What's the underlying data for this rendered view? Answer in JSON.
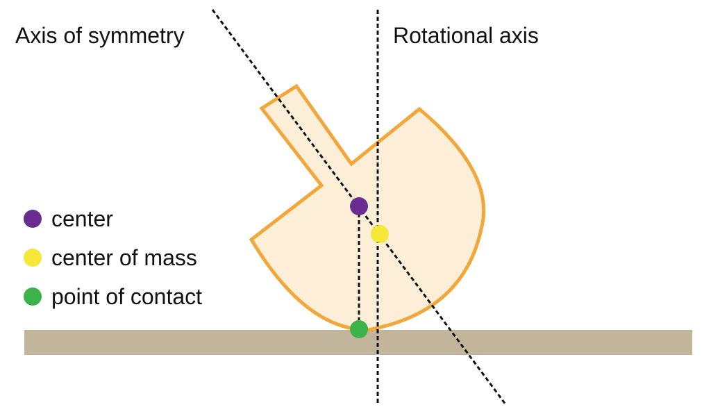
{
  "labels": {
    "symmetry_axis": "Axis of symmetry",
    "rotational_axis": "Rotational axis"
  },
  "legend": [
    {
      "label": "center",
      "color": "#6a2d8f"
    },
    {
      "label": "center of mass",
      "color": "#f5e83a"
    },
    {
      "label": "point of contact",
      "color": "#3cb34a"
    }
  ],
  "colors": {
    "shape_fill": "#fdeed8",
    "shape_stroke": "#f2a73b",
    "ground": "#c2b59b",
    "axis_line": "#111111"
  }
}
